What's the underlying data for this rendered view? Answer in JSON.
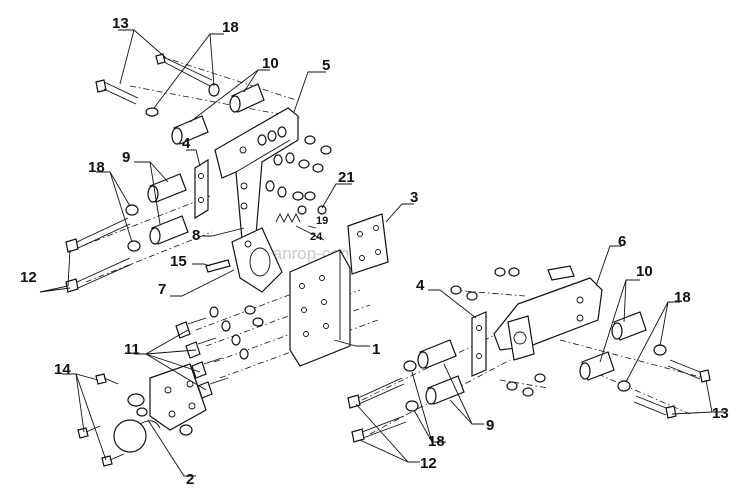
{
  "watermark": "tanrop-center.ru",
  "callouts": [
    {
      "id": "c13a",
      "text": "13"
    },
    {
      "id": "c18a",
      "text": "18"
    },
    {
      "id": "c10a",
      "text": "10"
    },
    {
      "id": "c5",
      "text": "5"
    },
    {
      "id": "c9a",
      "text": "9"
    },
    {
      "id": "c4a",
      "text": "4"
    },
    {
      "id": "c18b",
      "text": "18"
    },
    {
      "id": "c21",
      "text": "21"
    },
    {
      "id": "c19",
      "text": "19"
    },
    {
      "id": "c3",
      "text": "3"
    },
    {
      "id": "c8",
      "text": "8"
    },
    {
      "id": "c24",
      "text": "24"
    },
    {
      "id": "c15",
      "text": "15"
    },
    {
      "id": "c12a",
      "text": "12"
    },
    {
      "id": "c7",
      "text": "7"
    },
    {
      "id": "c6",
      "text": "6"
    },
    {
      "id": "c4b",
      "text": "4"
    },
    {
      "id": "c10b",
      "text": "10"
    },
    {
      "id": "c18c",
      "text": "18"
    },
    {
      "id": "c1",
      "text": "1"
    },
    {
      "id": "c11",
      "text": "11"
    },
    {
      "id": "c14",
      "text": "14"
    },
    {
      "id": "c13b",
      "text": "13"
    },
    {
      "id": "c9b",
      "text": "9"
    },
    {
      "id": "c18d",
      "text": "18"
    },
    {
      "id": "c12b",
      "text": "12"
    },
    {
      "id": "c2",
      "text": "2"
    }
  ]
}
